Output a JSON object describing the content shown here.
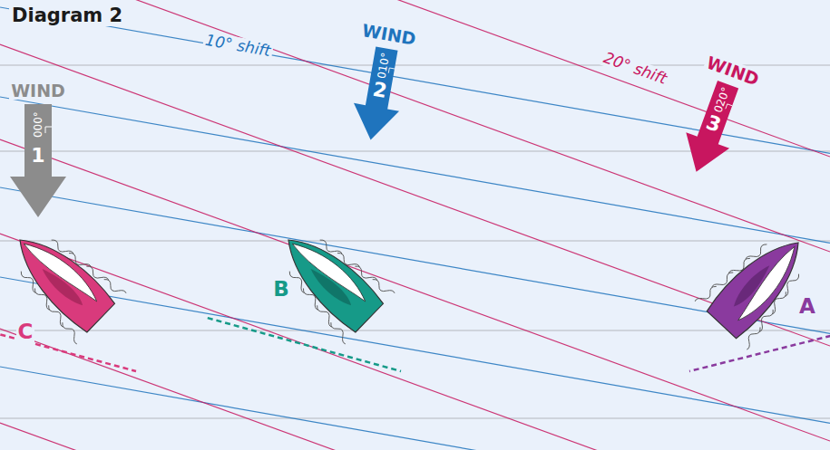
{
  "diagram": {
    "title": "Diagram 2",
    "labels": [
      "WIND",
      "000°",
      "1",
      "10° shift",
      "WIND",
      "010°",
      "2",
      "20° shift",
      "WIND",
      "020°",
      "3",
      "C",
      "B",
      "A"
    ]
  }
}
